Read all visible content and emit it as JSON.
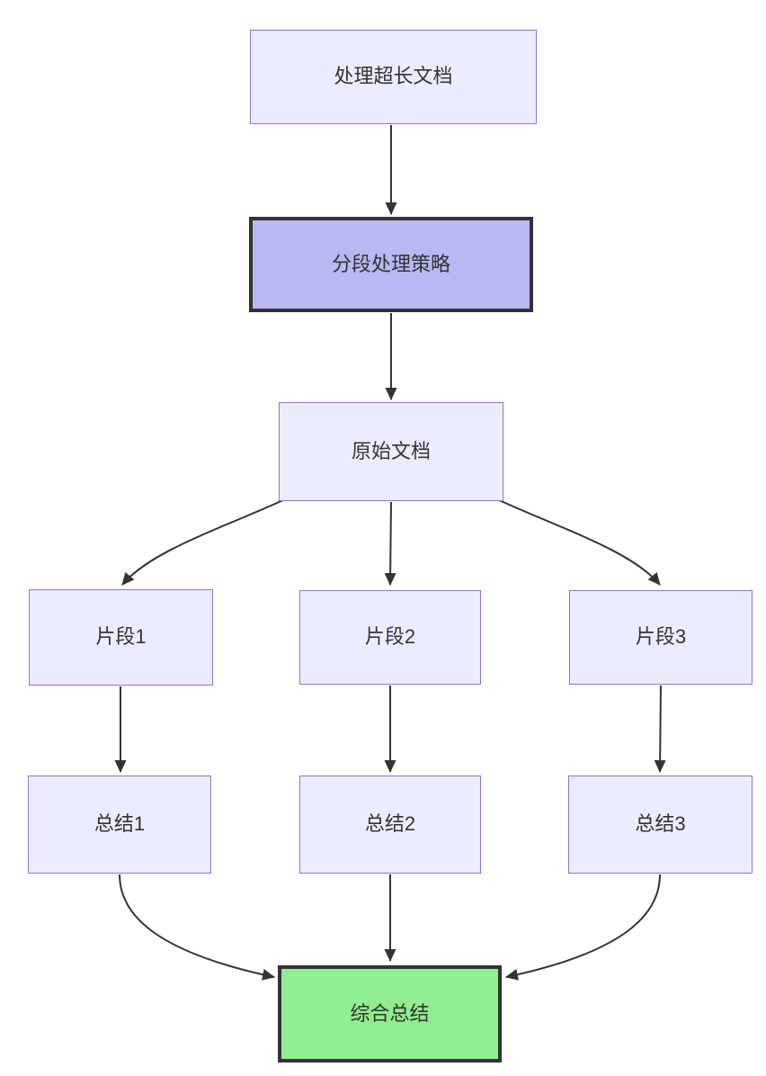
{
  "diagram": {
    "type": "flowchart-top-down",
    "background": "#ffffff",
    "line_color": "#333333",
    "text_color": "#333333",
    "colors": {
      "default_node_fill": "#ECECFF",
      "default_node_border": "#9370DB",
      "highlight_fill": "#b6b9f2",
      "highlight_border": "#333333",
      "result_fill": "#90EE90",
      "result_border": "#333333"
    },
    "nodes": [
      {
        "id": "process-long-doc",
        "label": "处理超长文档",
        "fill": "#ECECFF",
        "border": "#9370DB"
      },
      {
        "id": "segmentation-strategy",
        "label": "分段处理策略",
        "fill": "#b6b9f2",
        "border": "#333333"
      },
      {
        "id": "original-document",
        "label": "原始文档",
        "fill": "#ECECFF",
        "border": "#9370DB"
      },
      {
        "id": "fragment-1",
        "label": "片段1",
        "fill": "#ECECFF",
        "border": "#9370DB"
      },
      {
        "id": "fragment-2",
        "label": "片段2",
        "fill": "#ECECFF",
        "border": "#9370DB"
      },
      {
        "id": "fragment-3",
        "label": "片段3",
        "fill": "#ECECFF",
        "border": "#9370DB"
      },
      {
        "id": "summary-1",
        "label": "总结1",
        "fill": "#ECECFF",
        "border": "#9370DB"
      },
      {
        "id": "summary-2",
        "label": "总结2",
        "fill": "#ECECFF",
        "border": "#9370DB"
      },
      {
        "id": "summary-3",
        "label": "总结3",
        "fill": "#ECECFF",
        "border": "#9370DB"
      },
      {
        "id": "final-summary",
        "label": "综合总结",
        "fill": "#90EE90",
        "border": "#333333"
      }
    ],
    "edges": [
      {
        "from": "process-long-doc",
        "to": "segmentation-strategy"
      },
      {
        "from": "segmentation-strategy",
        "to": "original-document"
      },
      {
        "from": "original-document",
        "to": "fragment-1"
      },
      {
        "from": "original-document",
        "to": "fragment-2"
      },
      {
        "from": "original-document",
        "to": "fragment-3"
      },
      {
        "from": "fragment-1",
        "to": "summary-1"
      },
      {
        "from": "fragment-2",
        "to": "summary-2"
      },
      {
        "from": "fragment-3",
        "to": "summary-3"
      },
      {
        "from": "summary-1",
        "to": "final-summary"
      },
      {
        "from": "summary-2",
        "to": "final-summary"
      },
      {
        "from": "summary-3",
        "to": "final-summary"
      }
    ]
  }
}
